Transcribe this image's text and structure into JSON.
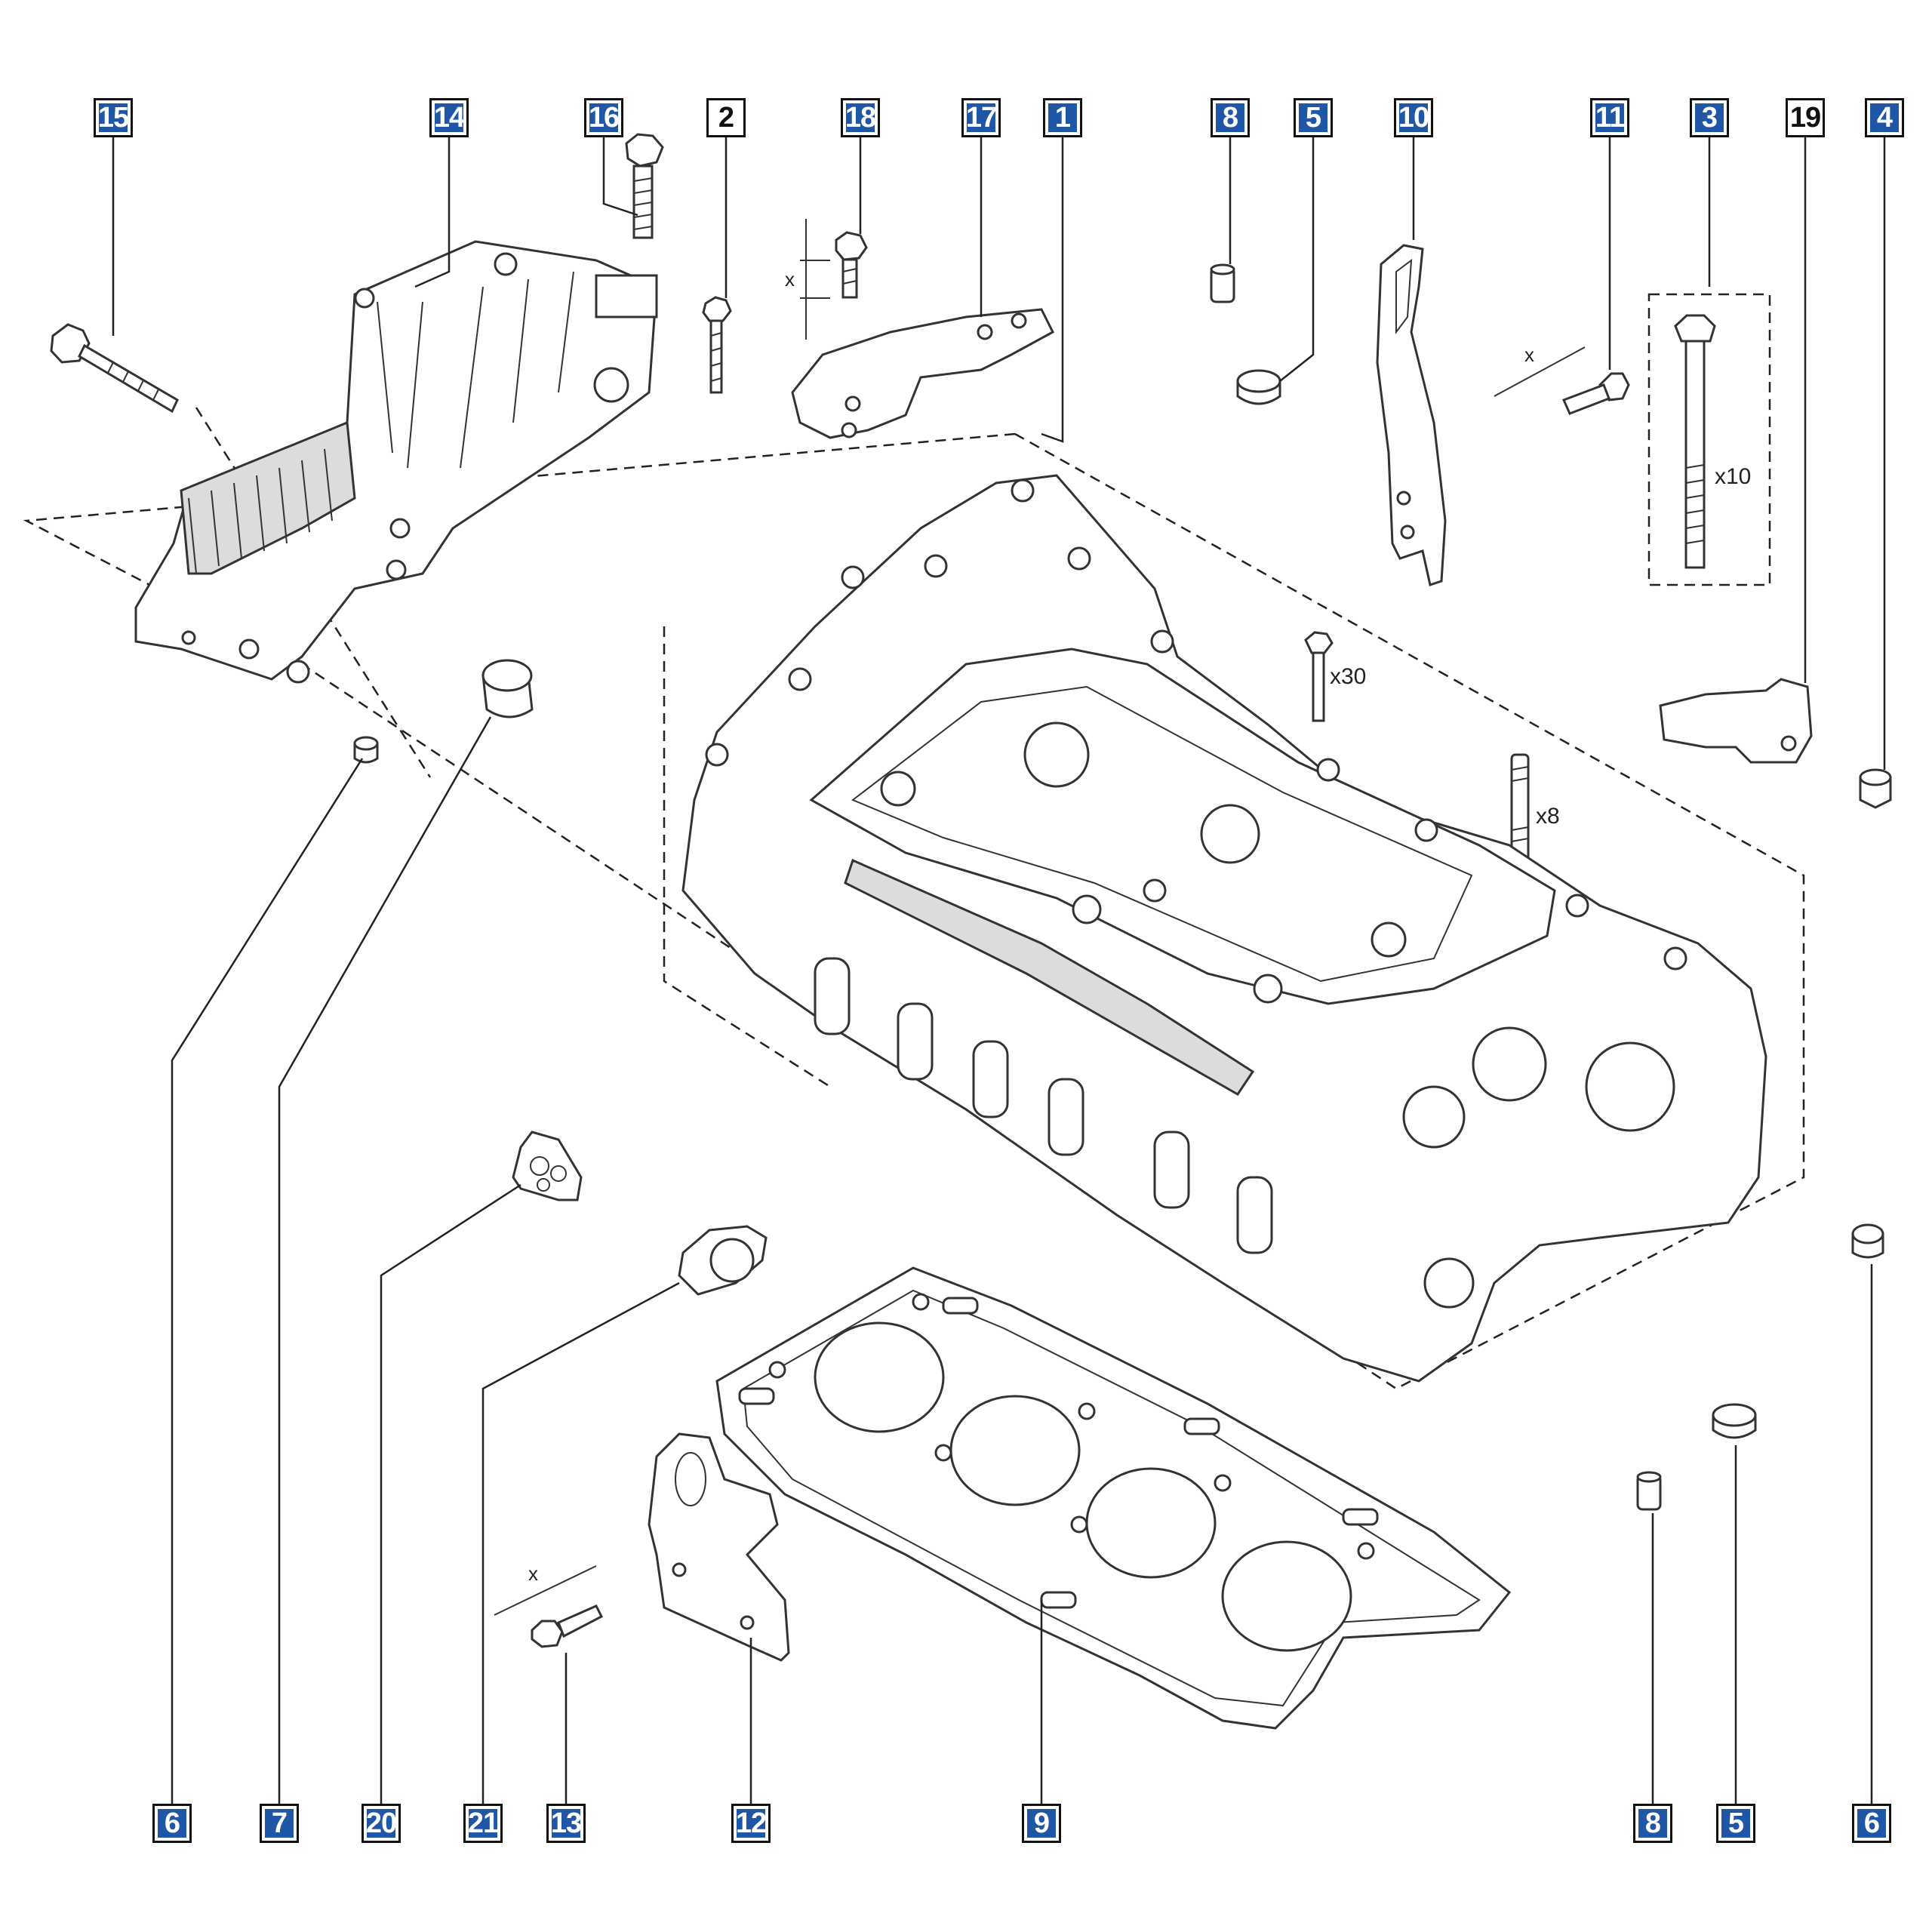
{
  "labels": {
    "top": [
      {
        "id": "15",
        "style": "blue"
      },
      {
        "id": "14",
        "style": "blue"
      },
      {
        "id": "16",
        "style": "blue"
      },
      {
        "id": "2",
        "style": "white"
      },
      {
        "id": "18",
        "style": "blue"
      },
      {
        "id": "17",
        "style": "blue"
      },
      {
        "id": "1",
        "style": "blue"
      },
      {
        "id": "8",
        "style": "blue"
      },
      {
        "id": "5",
        "style": "blue"
      },
      {
        "id": "10",
        "style": "blue"
      },
      {
        "id": "11",
        "style": "blue"
      },
      {
        "id": "3",
        "style": "blue"
      },
      {
        "id": "19",
        "style": "white"
      },
      {
        "id": "4",
        "style": "blue"
      }
    ],
    "bottom": [
      {
        "id": "6",
        "style": "blue"
      },
      {
        "id": "7",
        "style": "blue"
      },
      {
        "id": "20",
        "style": "blue"
      },
      {
        "id": "21",
        "style": "blue"
      },
      {
        "id": "13",
        "style": "blue"
      },
      {
        "id": "12",
        "style": "blue"
      },
      {
        "id": "9",
        "style": "blue"
      },
      {
        "id": "8",
        "style": "blue"
      },
      {
        "id": "5",
        "style": "blue"
      },
      {
        "id": "6",
        "style": "blue"
      }
    ]
  },
  "quantities": {
    "head_bolts": "x10",
    "cap_screws": "x30",
    "studs": "x8"
  },
  "dimension_marks": {
    "bolt_18": "x",
    "bolt_11": "x",
    "bolt_13": "x"
  },
  "colors": {
    "label_fill": "#1f56a6",
    "line": "#222222",
    "background": "#ffffff"
  }
}
